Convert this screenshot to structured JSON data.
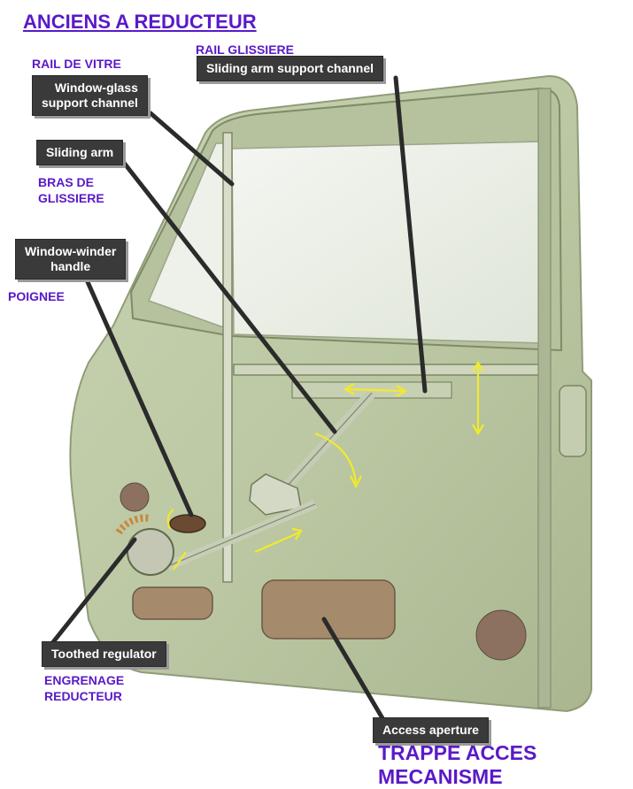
{
  "title": "ANCIENS A REDUCTEUR",
  "french_labels": {
    "rail_glissiere": "RAIL GLISSIERE",
    "rail_de_vitre": "RAIL DE VITRE",
    "bras_de_glissiere": "BRAS DE\nGLISSIERE",
    "poignee": "POIGNEE",
    "engrenage_reducteur": "ENGRENAGE\nREDUCTEUR",
    "trappe_acces": "TRAPPE ACCES\nMECANISME"
  },
  "callouts": {
    "sliding_arm_support_channel": "Sliding arm support channel",
    "window_glass_support_channel": "Window-glass\nsupport channel",
    "sliding_arm": "Sliding arm",
    "window_winder_handle": "Window-winder\nhandle",
    "toothed_regulator": "Toothed regulator",
    "access_aperture": "Access aperture"
  },
  "colors": {
    "label_purple": "#5a19c8",
    "callout_background": "#3a3a3a",
    "door_panel": "#bcc9a6",
    "leader_line": "#2b2b2b",
    "motion_arrow": "#f2ea2a"
  }
}
